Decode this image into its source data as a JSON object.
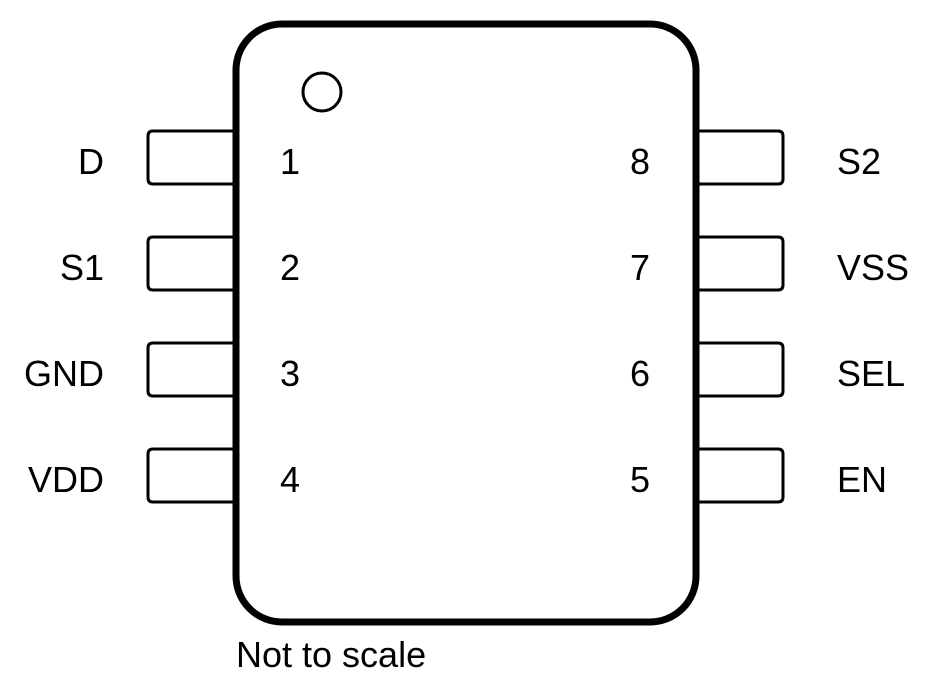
{
  "package": {
    "left_pins": [
      {
        "number": "1",
        "name": "D"
      },
      {
        "number": "2",
        "name": "S1"
      },
      {
        "number": "3",
        "name": "GND"
      },
      {
        "number": "4",
        "name": "VDD"
      }
    ],
    "right_pins": [
      {
        "number": "8",
        "name": "S2"
      },
      {
        "number": "7",
        "name": "VSS"
      },
      {
        "number": "6",
        "name": "SEL"
      },
      {
        "number": "5",
        "name": "EN"
      }
    ]
  },
  "footnote": "Not to scale"
}
